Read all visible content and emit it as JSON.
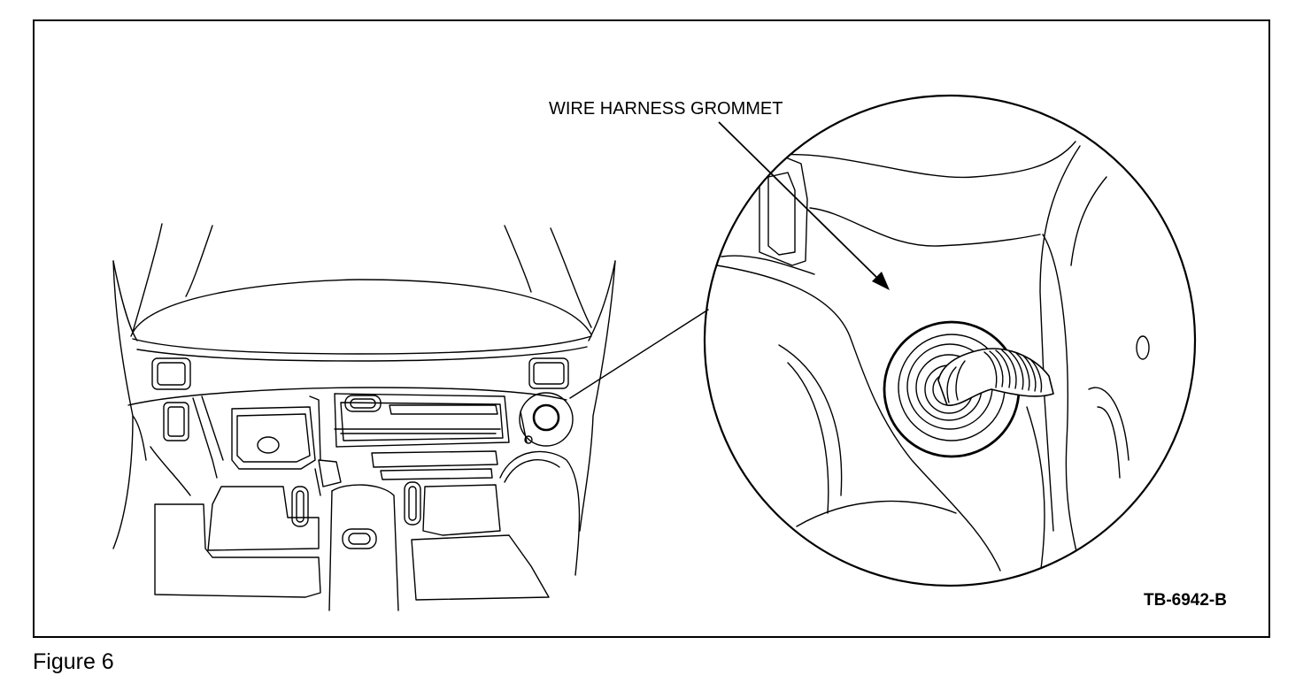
{
  "figure": {
    "callout_label": "WIRE HARNESS GROMMET",
    "reference_code": "TB-6942-B",
    "caption": "Figure 6"
  },
  "colors": {
    "line": "#000000",
    "background": "#ffffff"
  }
}
